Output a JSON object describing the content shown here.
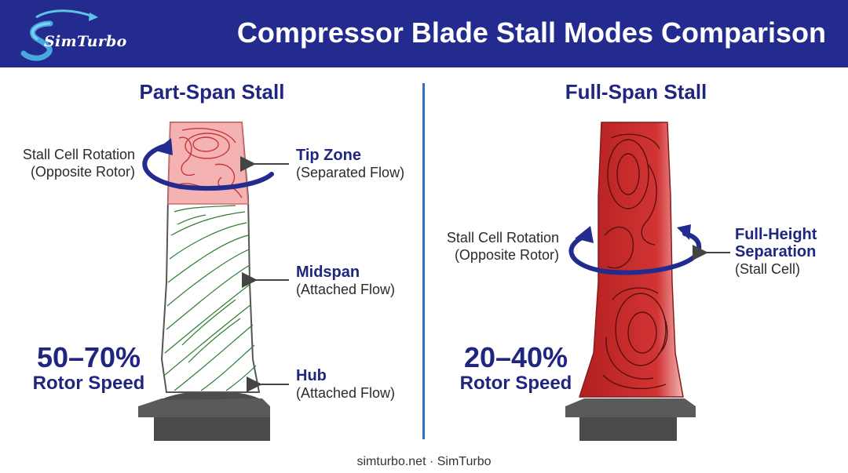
{
  "header": {
    "logo_text": "SimTurbo",
    "title": "Compressor Blade Stall Modes Comparison"
  },
  "left_panel": {
    "title": "Part-Span Stall",
    "rotation_label": [
      "Stall Cell Rotation",
      "(Opposite Rotor)"
    ],
    "tip_zone": {
      "name": "Tip Zone",
      "desc": "(Separated Flow)"
    },
    "midspan": {
      "name": "Midspan",
      "desc": "(Attached Flow)"
    },
    "hub": {
      "name": "Hub",
      "desc": "(Attached Flow)"
    },
    "speed_value": "50–70%",
    "speed_label": "Rotor Speed"
  },
  "right_panel": {
    "title": "Full-Span Stall",
    "rotation_label": [
      "Stall Cell Rotation",
      "(Opposite Rotor)"
    ],
    "separation": {
      "name_line1": "Full-Height",
      "name_line2": "Separation",
      "desc": "(Stall Cell)"
    },
    "speed_value": "20–40%",
    "speed_label": "Rotor Speed"
  },
  "footer": "simturbo.net · SimTurbo",
  "colors": {
    "header_bg": "#232c8e",
    "accent_navy": "#1f2680",
    "divider_blue": "#2f6fc4",
    "stall_red": "#cc2a2a",
    "tip_pink": "#f4b2b2",
    "flow_green": "#2e7d32",
    "platform_gray": "#555555"
  }
}
